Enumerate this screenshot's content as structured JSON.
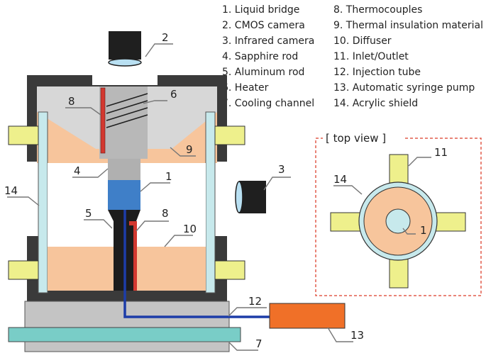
{
  "legend": [
    "1. Liquid bridge",
    "2. CMOS camera",
    "3. Infrared camera",
    "4. Sapphire rod",
    "5. Aluminum rod",
    "6. Heater",
    "7. Cooling channel",
    "8. Thermocouples",
    "9. Thermal insulation material",
    "10. Diffuser",
    "11. Inlet/Outlet",
    "12. Injection tube",
    "13. Automatic syringe pump",
    "14. Acrylic shield"
  ],
  "top_view_title": "[ top view ]",
  "callouts": {
    "n1": "1",
    "n2": "2",
    "n3": "3",
    "n4": "4",
    "n5": "5",
    "n6": "6",
    "n7": "7",
    "n8a": "8",
    "n8b": "8",
    "n9": "9",
    "n10": "10",
    "n12": "12",
    "n13": "13",
    "n14": "14",
    "tv1": "1",
    "tv11": "11",
    "tv14": "14"
  },
  "colors": {
    "frame": "#3a3a3a",
    "insulation": "#d7d7d7",
    "diffuser": "#f7c59c",
    "inlet": "#eef08c",
    "acrylic": "#c7e9ec",
    "liquid_bridge": "#3f7fc8",
    "aluminum_rod": "#1c1c1c",
    "sapphire_rod": "#b0b0b0",
    "thermocouple": "#d2382f",
    "pump": "#f07028",
    "cooling": "#79cdc7",
    "base": "#c4c4c4",
    "tube": "#1d3da8",
    "dashed_box": "#e25b4b"
  }
}
